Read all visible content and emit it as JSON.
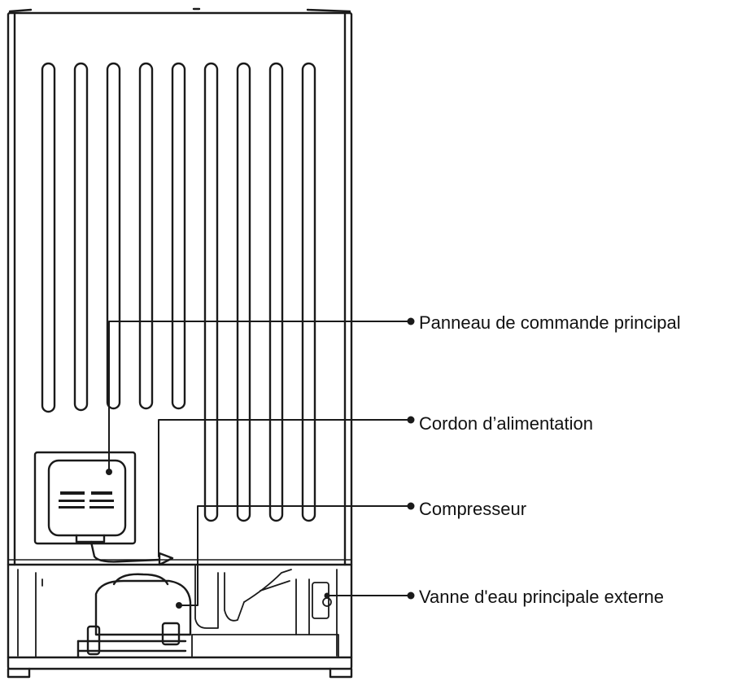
{
  "diagram": {
    "callouts": [
      {
        "label": "Panneau de commande principal"
      },
      {
        "label": "Cordon d’alimentation"
      },
      {
        "label": "Compresseur"
      },
      {
        "label": "Vanne d'eau principale externe"
      }
    ],
    "line_color": "#1a1a1a"
  }
}
